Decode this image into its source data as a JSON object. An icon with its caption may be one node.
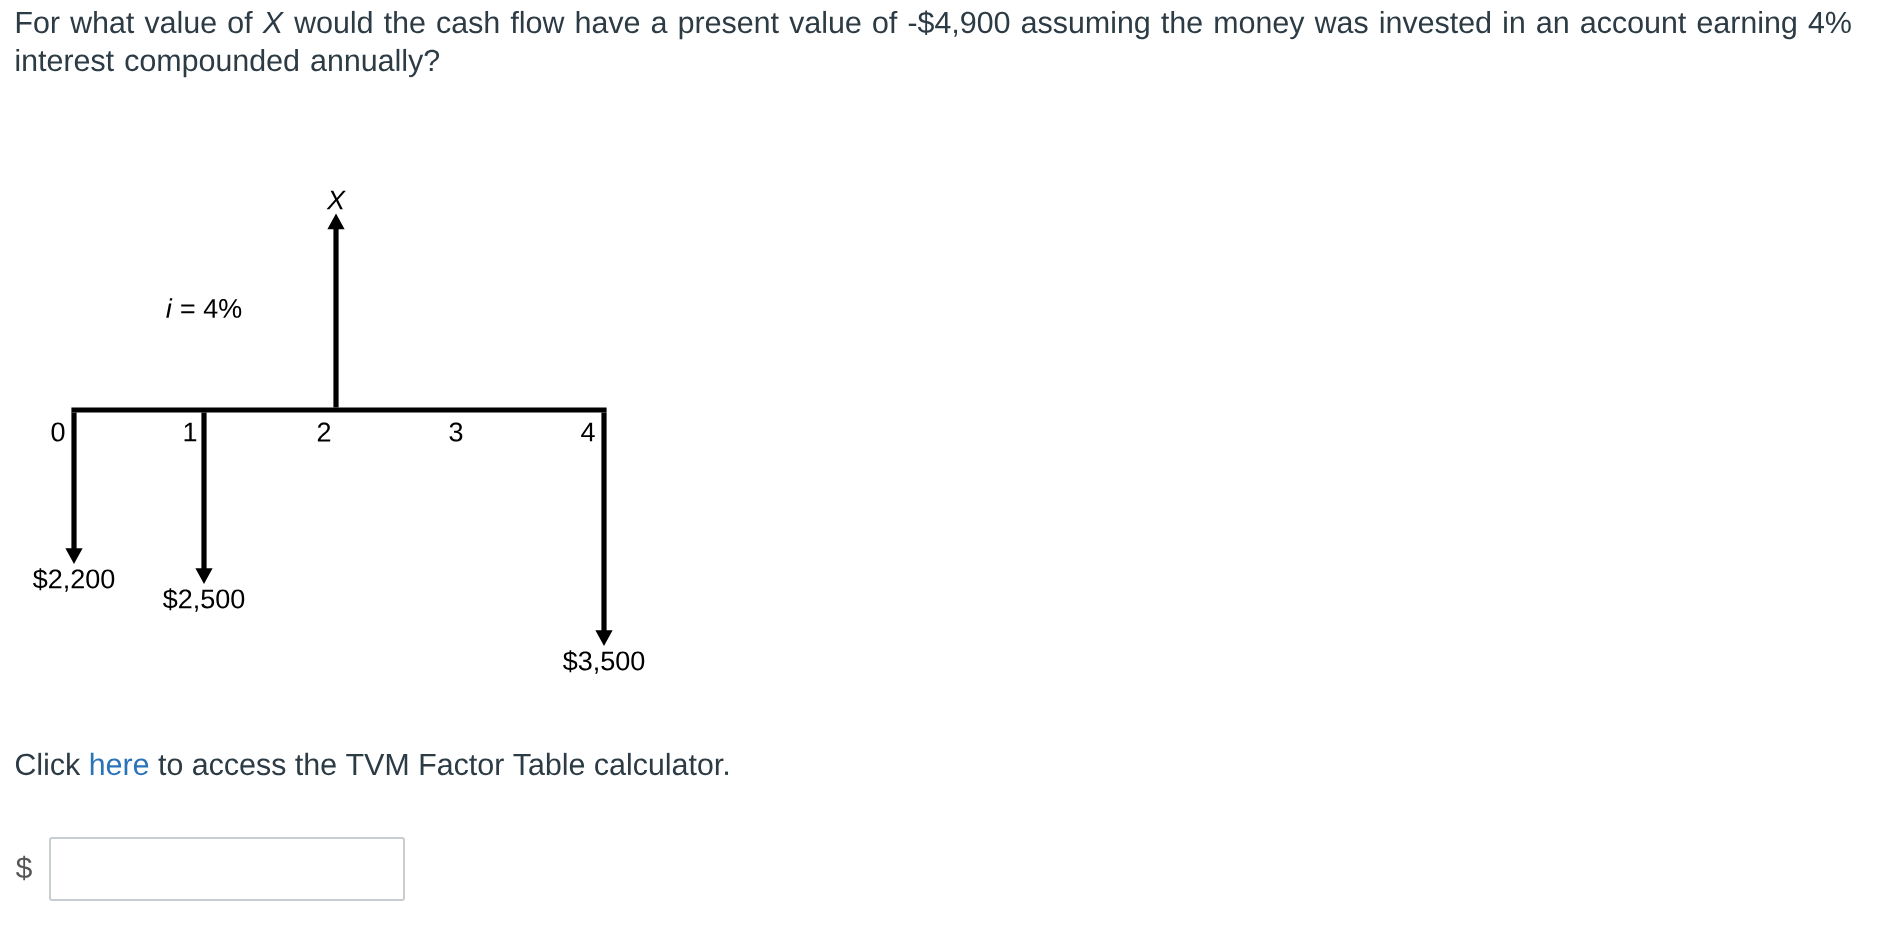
{
  "diagram": {
    "nodes": [
      {
        "text": [],
        "shape": "bar",
        "beside": [
          "0",
          "1",
          "2",
          "3",
          "4"
        ]
      },
      {
        "text": [
          "X"
        ]
      },
      {
        "text": [
          "$2,200"
        ]
      },
      {
        "text": [
          "$2,500"
        ]
      },
      {
        "text": [
          "$3,500"
        ]
      }
    ],
    "edges": [
      {
        "from": 0,
        "to": 1,
        "arrow": "to"
      },
      {
        "from": 0,
        "to": 2,
        "arrow": "to"
      },
      {
        "from": 0,
        "to": 3,
        "arrow": "to"
      },
      {
        "from": 0,
        "to": 4,
        "arrow": "to"
      }
    ],
    "labels": [
      "For what value of *X* would the cash flow have a present value of -$4,900 assuming the money was invested in an account earning 4% interest compounded annually?",
      "*i* = 4%",
      "Click",
      "here",
      "to access the TVM Factor Table calculator.",
      "$"
    ]
  }
}
